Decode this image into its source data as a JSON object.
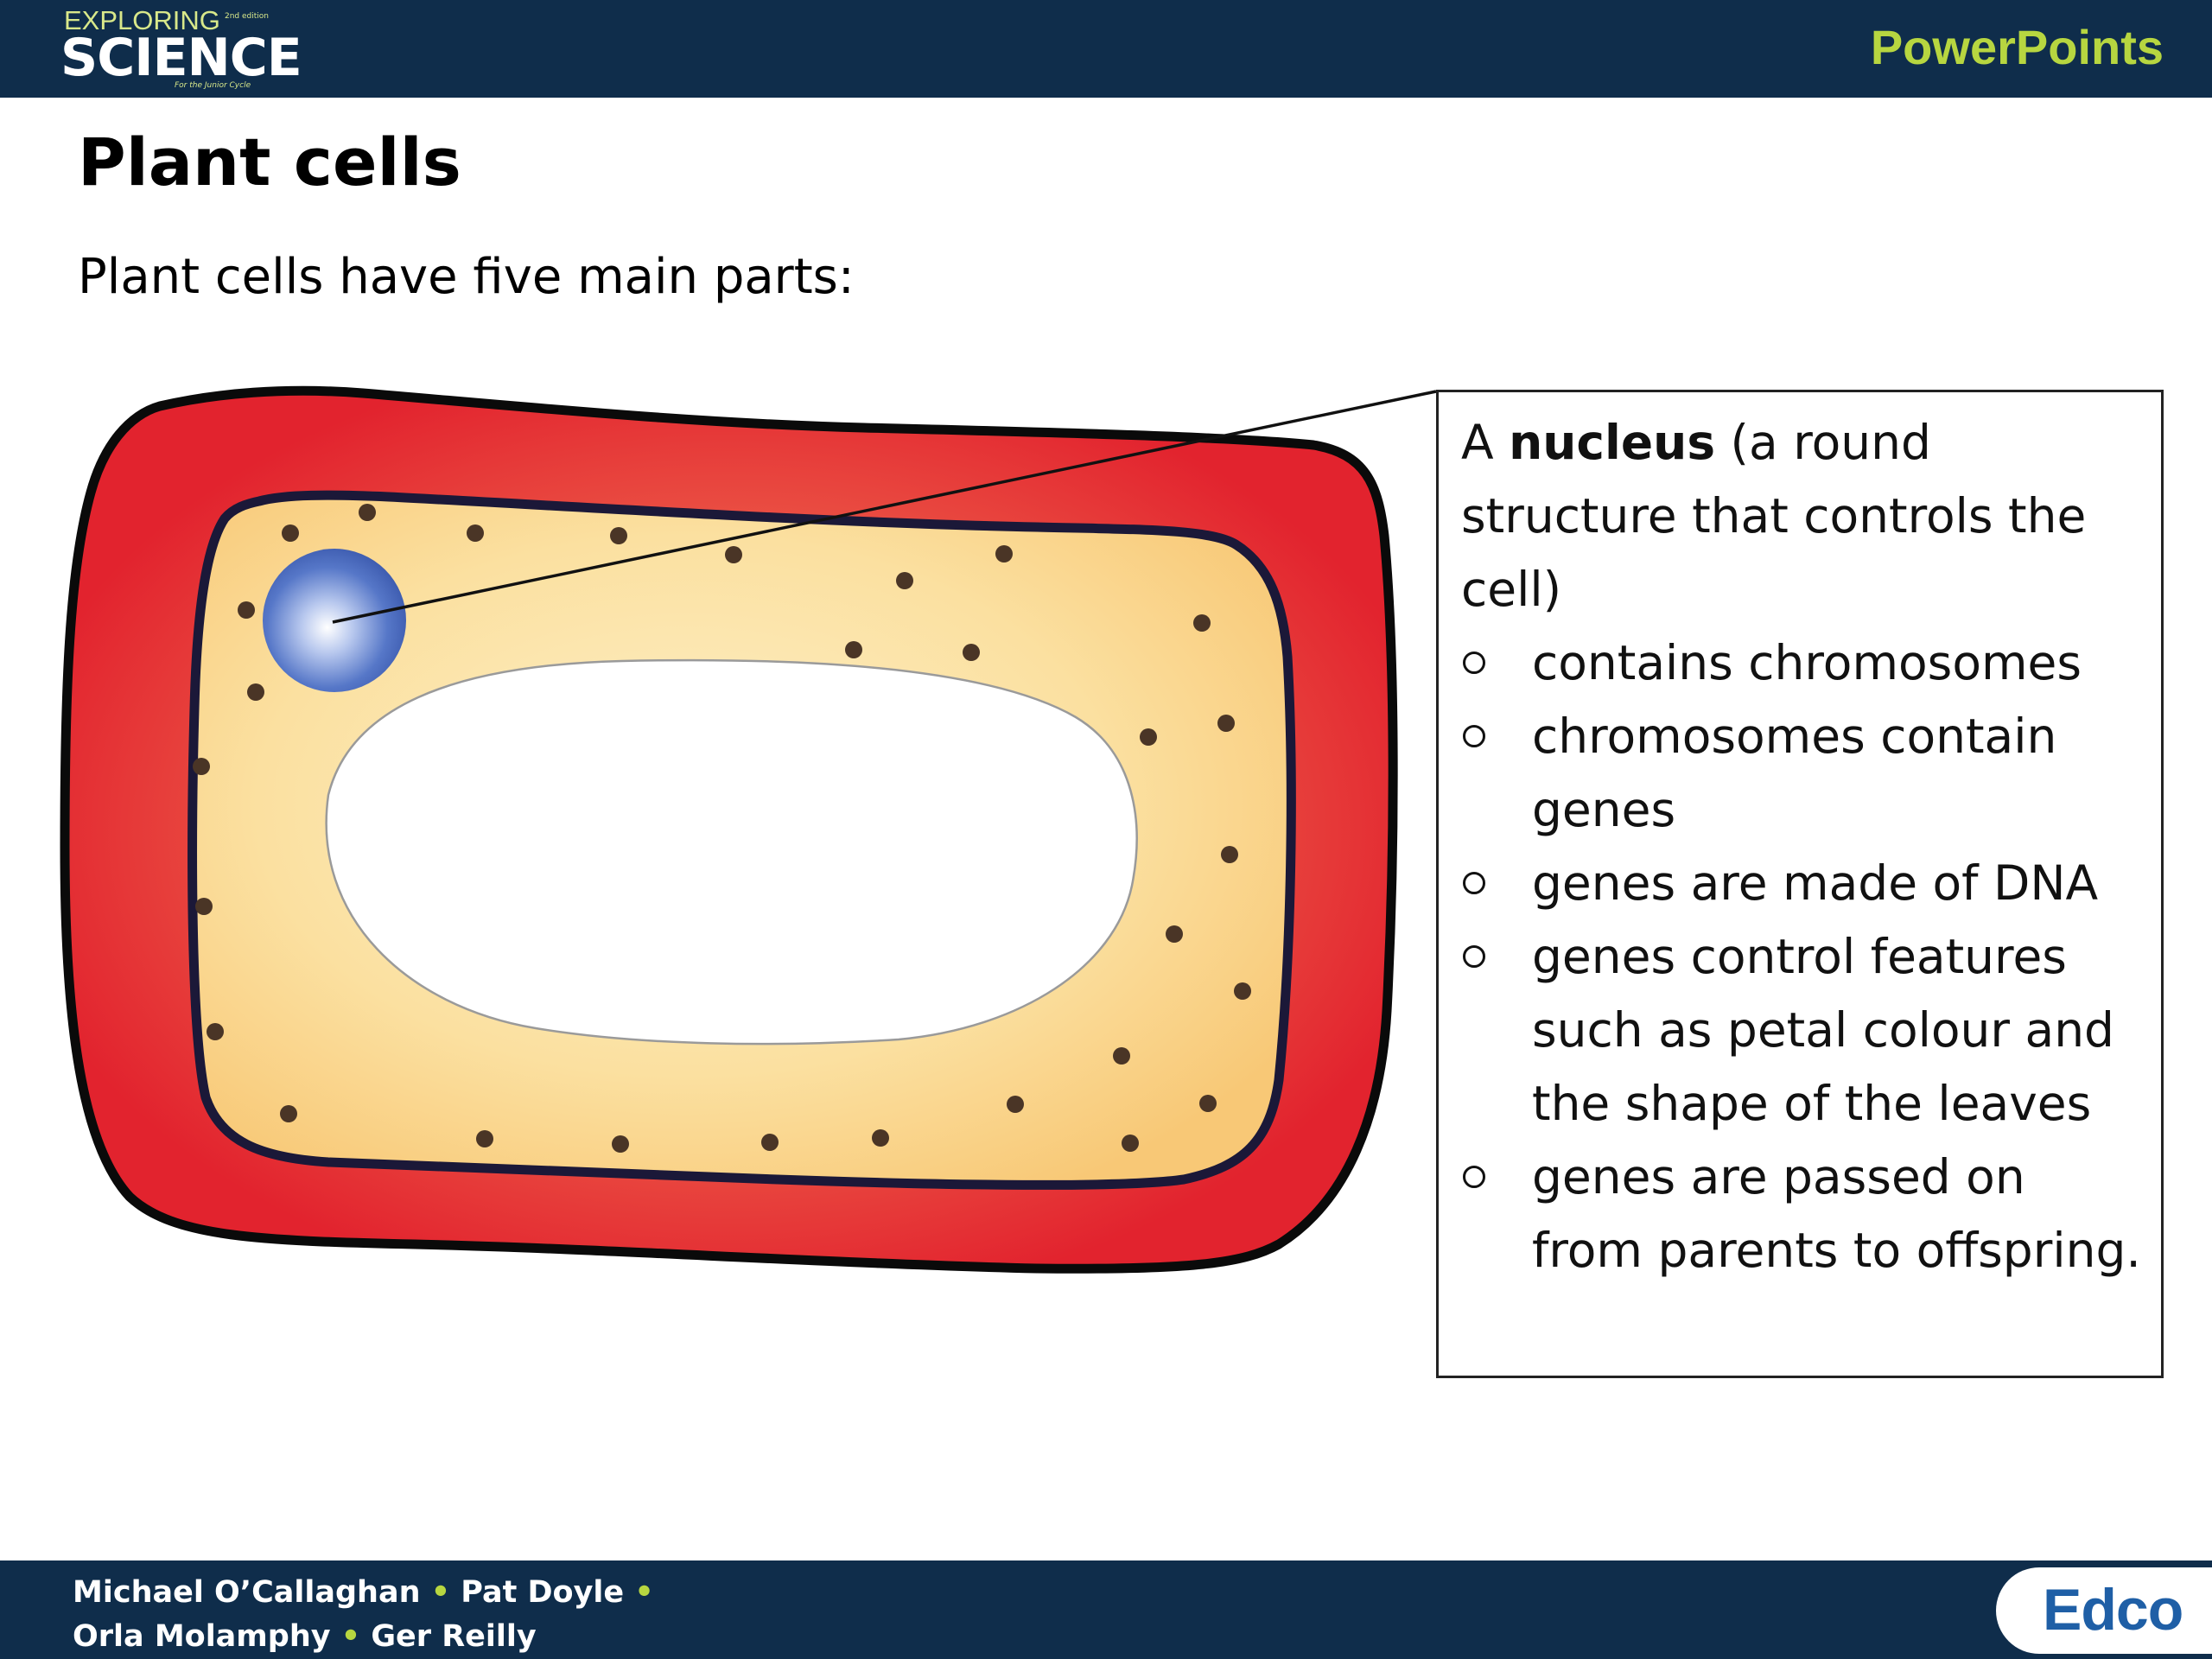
{
  "header": {
    "logo_top": "EXPLORING",
    "logo_edition": "2nd edition",
    "logo_main": "SCIENCE",
    "logo_sub": "For the Junior Cycle",
    "label": "PowerPoints"
  },
  "slide": {
    "title": "Plant cells",
    "intro": "Plant cells have five main parts:"
  },
  "callout": {
    "lead_prefix": "A ",
    "lead_bold": "nucleus",
    "lead_rest": " (a round structure that controls the cell)",
    "bullets": [
      "contains chromosomes",
      "chromosomes contain genes",
      "genes are made of DNA",
      "genes control features such as petal colour and the shape of the leaves",
      "genes are passed on from parents to offspring."
    ]
  },
  "footer": {
    "authors_line1_a": "Michael O’Callaghan",
    "authors_line1_b": "Pat Doyle",
    "authors_line2_a": "Orla Molamphy",
    "authors_line2_b": "Ger Reilly",
    "separator": "•",
    "publisher": "Edco"
  },
  "colors": {
    "header_bg": "#0f2d4b",
    "accent_green": "#b7d640",
    "cell_wall": "#e2232e",
    "cytoplasm": "#fbd98a",
    "nucleus": "#3c5fb4",
    "publisher_blue": "#1f5fa6"
  }
}
